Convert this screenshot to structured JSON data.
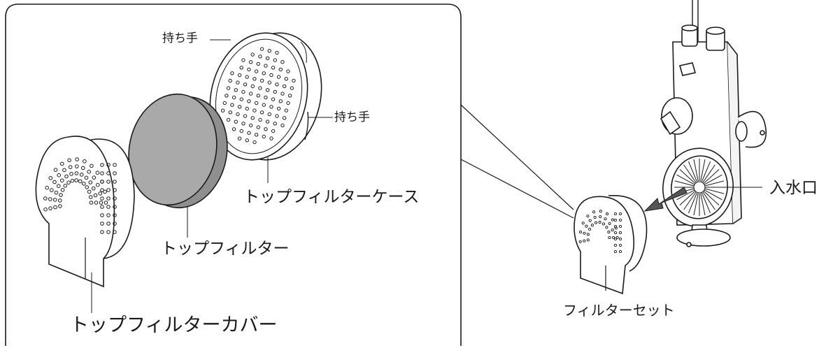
{
  "labels": {
    "handle_top": "持ち手",
    "handle_side": "持ち手",
    "top_filter_case": "トップフィルターケース",
    "top_filter": "トップフィルター",
    "top_filter_cover": "トップフィルターカバー",
    "water_inlet": "入水口",
    "filter_set": "フィルターセット"
  },
  "colors": {
    "line": "#1a1a1a",
    "filter_fill": "#a9a9a9",
    "arrow": "#555555"
  }
}
